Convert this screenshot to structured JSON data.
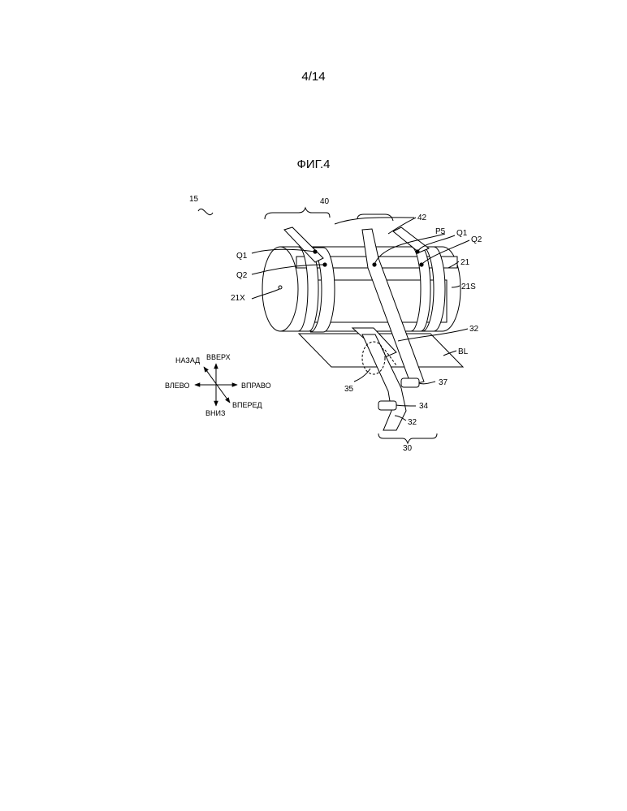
{
  "page_number": "4/14",
  "figure_title": "ФИГ.4",
  "labels": {
    "assembly": "15",
    "strap_group": "40",
    "strap": "42",
    "p5": "P5",
    "q1_left": "Q1",
    "q2_left": "Q2",
    "q1_right": "Q1",
    "q2_right": "Q2",
    "body": "21",
    "axis": "21X",
    "side": "21S",
    "bracket_upper": "32",
    "bracket_lower": "32",
    "baseline": "BL",
    "pin_upper": "37",
    "pin_lower": "34",
    "hinge": "35",
    "mount_group": "30"
  },
  "directions": {
    "back": "НАЗАД",
    "up": "ВВЕРХ",
    "left": "ВЛЕВО",
    "right": "ВПРАВО",
    "front": "ВПЕРЕД",
    "down": "ВНИЗ"
  }
}
